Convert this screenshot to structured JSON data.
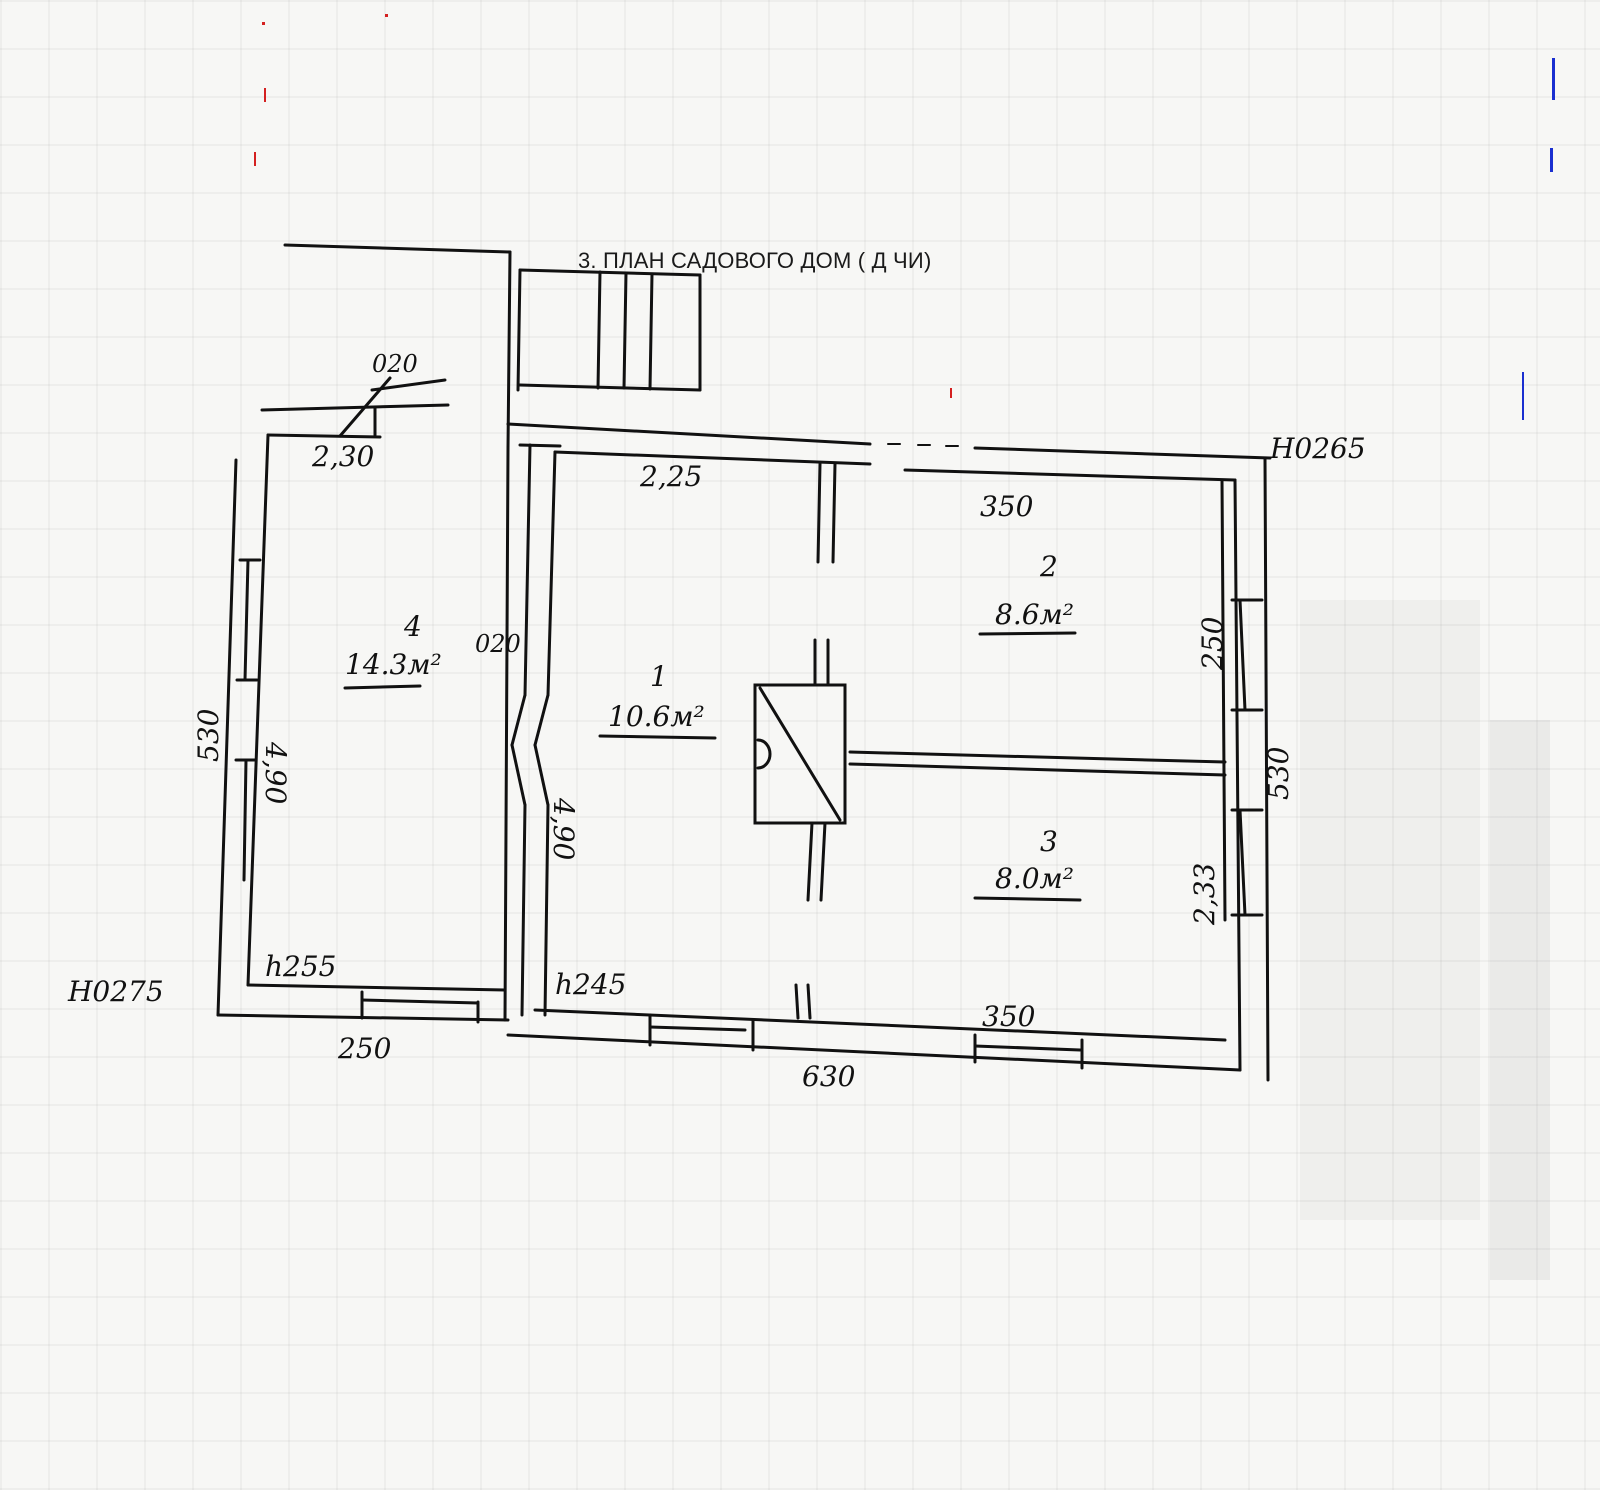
{
  "document": {
    "title": "3. ПЛАН САДОВОГО ДОМ  (  Д  ЧИ)",
    "type": "floor-plan-scan"
  },
  "rooms": [
    {
      "number": "1",
      "area": "10.6м²"
    },
    {
      "number": "2",
      "area": "8.6м²"
    },
    {
      "number": "3",
      "area": "8.0м²"
    },
    {
      "number": "4",
      "area": "14.3м²"
    }
  ],
  "dimensions": {
    "porch_wall": "020",
    "top_left": "2,30",
    "top_middle": "2,25",
    "top_right": "350",
    "inner_wall": "020",
    "left_outer": "530",
    "left_inner": "4,90",
    "middle_inner": "4,90",
    "right_upper": "250",
    "right_outer": "530",
    "right_lower": "2,33",
    "bottom_left": "250",
    "bottom_right": "350",
    "bottom_total": "630"
  },
  "heights": {
    "top_right_level": "H0265",
    "bottom_left_level": "H0275",
    "room4_height": "h255",
    "room1_height": "h245"
  },
  "colors": {
    "line": "#111111",
    "paper": "#f7f7f5",
    "red_mark": "#d42020",
    "blue_mark": "#1a2fd0"
  }
}
